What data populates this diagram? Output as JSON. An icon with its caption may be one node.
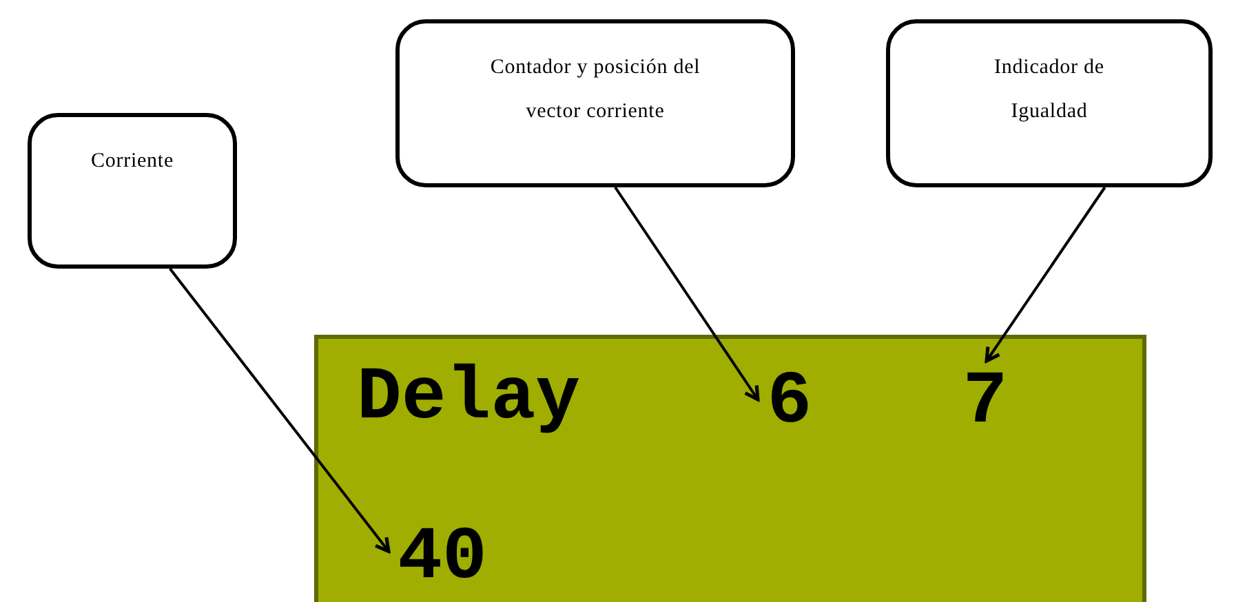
{
  "diagram": {
    "nodes": [
      {
        "text": [
          "Corriente"
        ]
      },
      {
        "text": [
          "Contador y posición del vector corriente"
        ]
      },
      {
        "text": [
          "Indicador de Igualdad"
        ]
      },
      {
        "text": [],
        "shape": "box"
      },
      {
        "text": [
          "6"
        ],
        "in": 3
      },
      {
        "text": [
          "7"
        ],
        "in": 3
      },
      {
        "text": [
          "40"
        ],
        "in": 3
      }
    ],
    "edges": [
      {
        "from": 0,
        "to": 6,
        "arrow": "to"
      },
      {
        "from": 1,
        "to": 4,
        "arrow": "to"
      },
      {
        "from": 2,
        "to": 5,
        "arrow": "to"
      }
    ],
    "labels": [
      "Delay"
    ]
  }
}
